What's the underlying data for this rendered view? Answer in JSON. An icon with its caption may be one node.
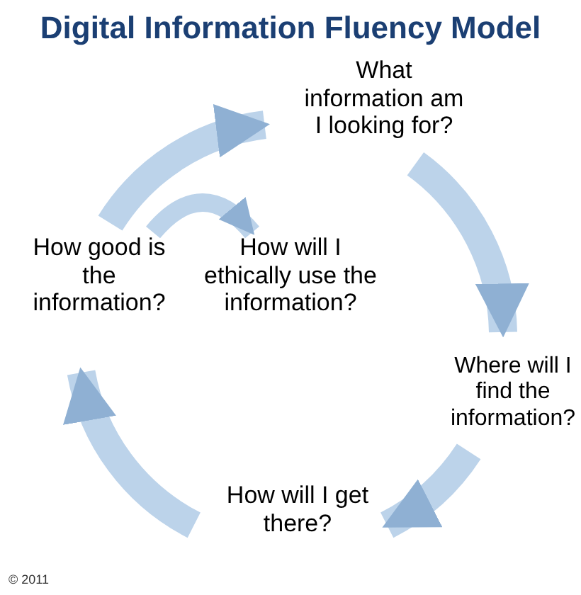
{
  "diagram": {
    "title": "Digital Information Fluency Model",
    "nodes": [
      {
        "text": [
          "What information am I looking for?"
        ]
      },
      {
        "text": [
          "Where will I find the information?"
        ]
      },
      {
        "text": [
          "How will I get there?"
        ]
      },
      {
        "text": [
          "How good is the information?"
        ]
      },
      {
        "text": [
          "How will I ethically use the information?"
        ]
      }
    ],
    "edges": [
      {
        "from": 0,
        "to": 1,
        "arrow": "to"
      },
      {
        "from": 1,
        "to": 2,
        "arrow": "to"
      },
      {
        "from": 2,
        "to": 3,
        "arrow": "to"
      },
      {
        "from": 3,
        "to": 0,
        "arrow": "to"
      },
      {
        "from": 3,
        "to": 4,
        "arrow": "to"
      }
    ],
    "labels": [
      "© 2011"
    ]
  }
}
